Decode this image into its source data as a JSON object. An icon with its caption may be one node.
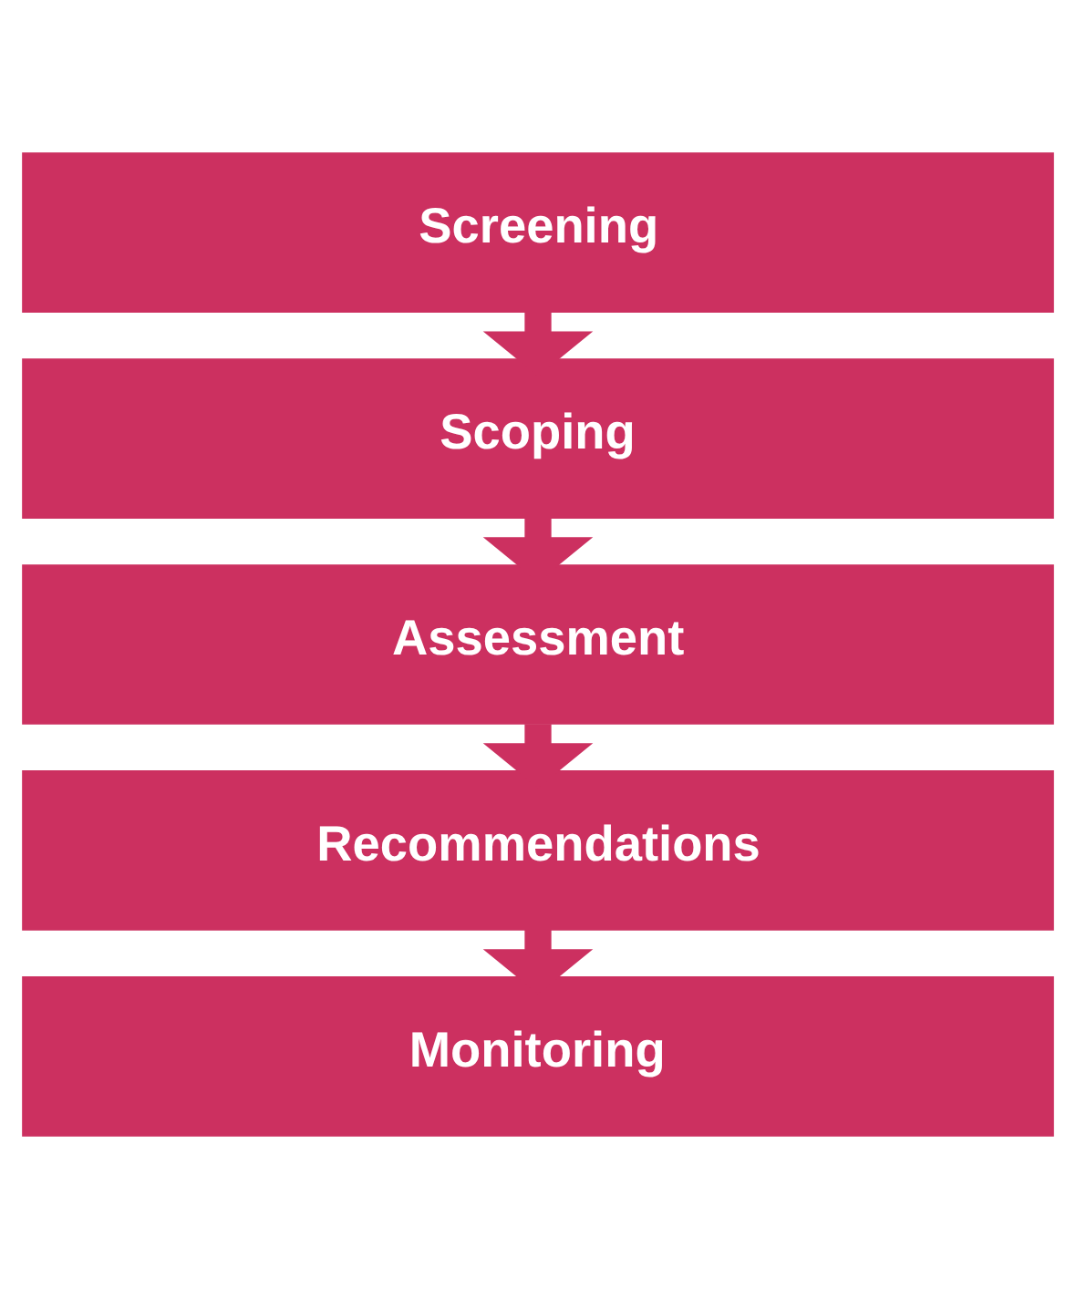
{
  "diagram": {
    "nodes": [
      {
        "text": [
          "Screening"
        ]
      },
      {
        "text": [
          "Scoping"
        ]
      },
      {
        "text": [
          "Assessment"
        ]
      },
      {
        "text": [
          "Recommendations"
        ]
      },
      {
        "text": [
          "Monitoring"
        ]
      }
    ],
    "edges": [
      {
        "from": 0,
        "to": 1,
        "arrow": "to"
      },
      {
        "from": 1,
        "to": 2,
        "arrow": "to"
      },
      {
        "from": 2,
        "to": 3,
        "arrow": "to"
      },
      {
        "from": 3,
        "to": 4,
        "arrow": "to"
      }
    ]
  }
}
